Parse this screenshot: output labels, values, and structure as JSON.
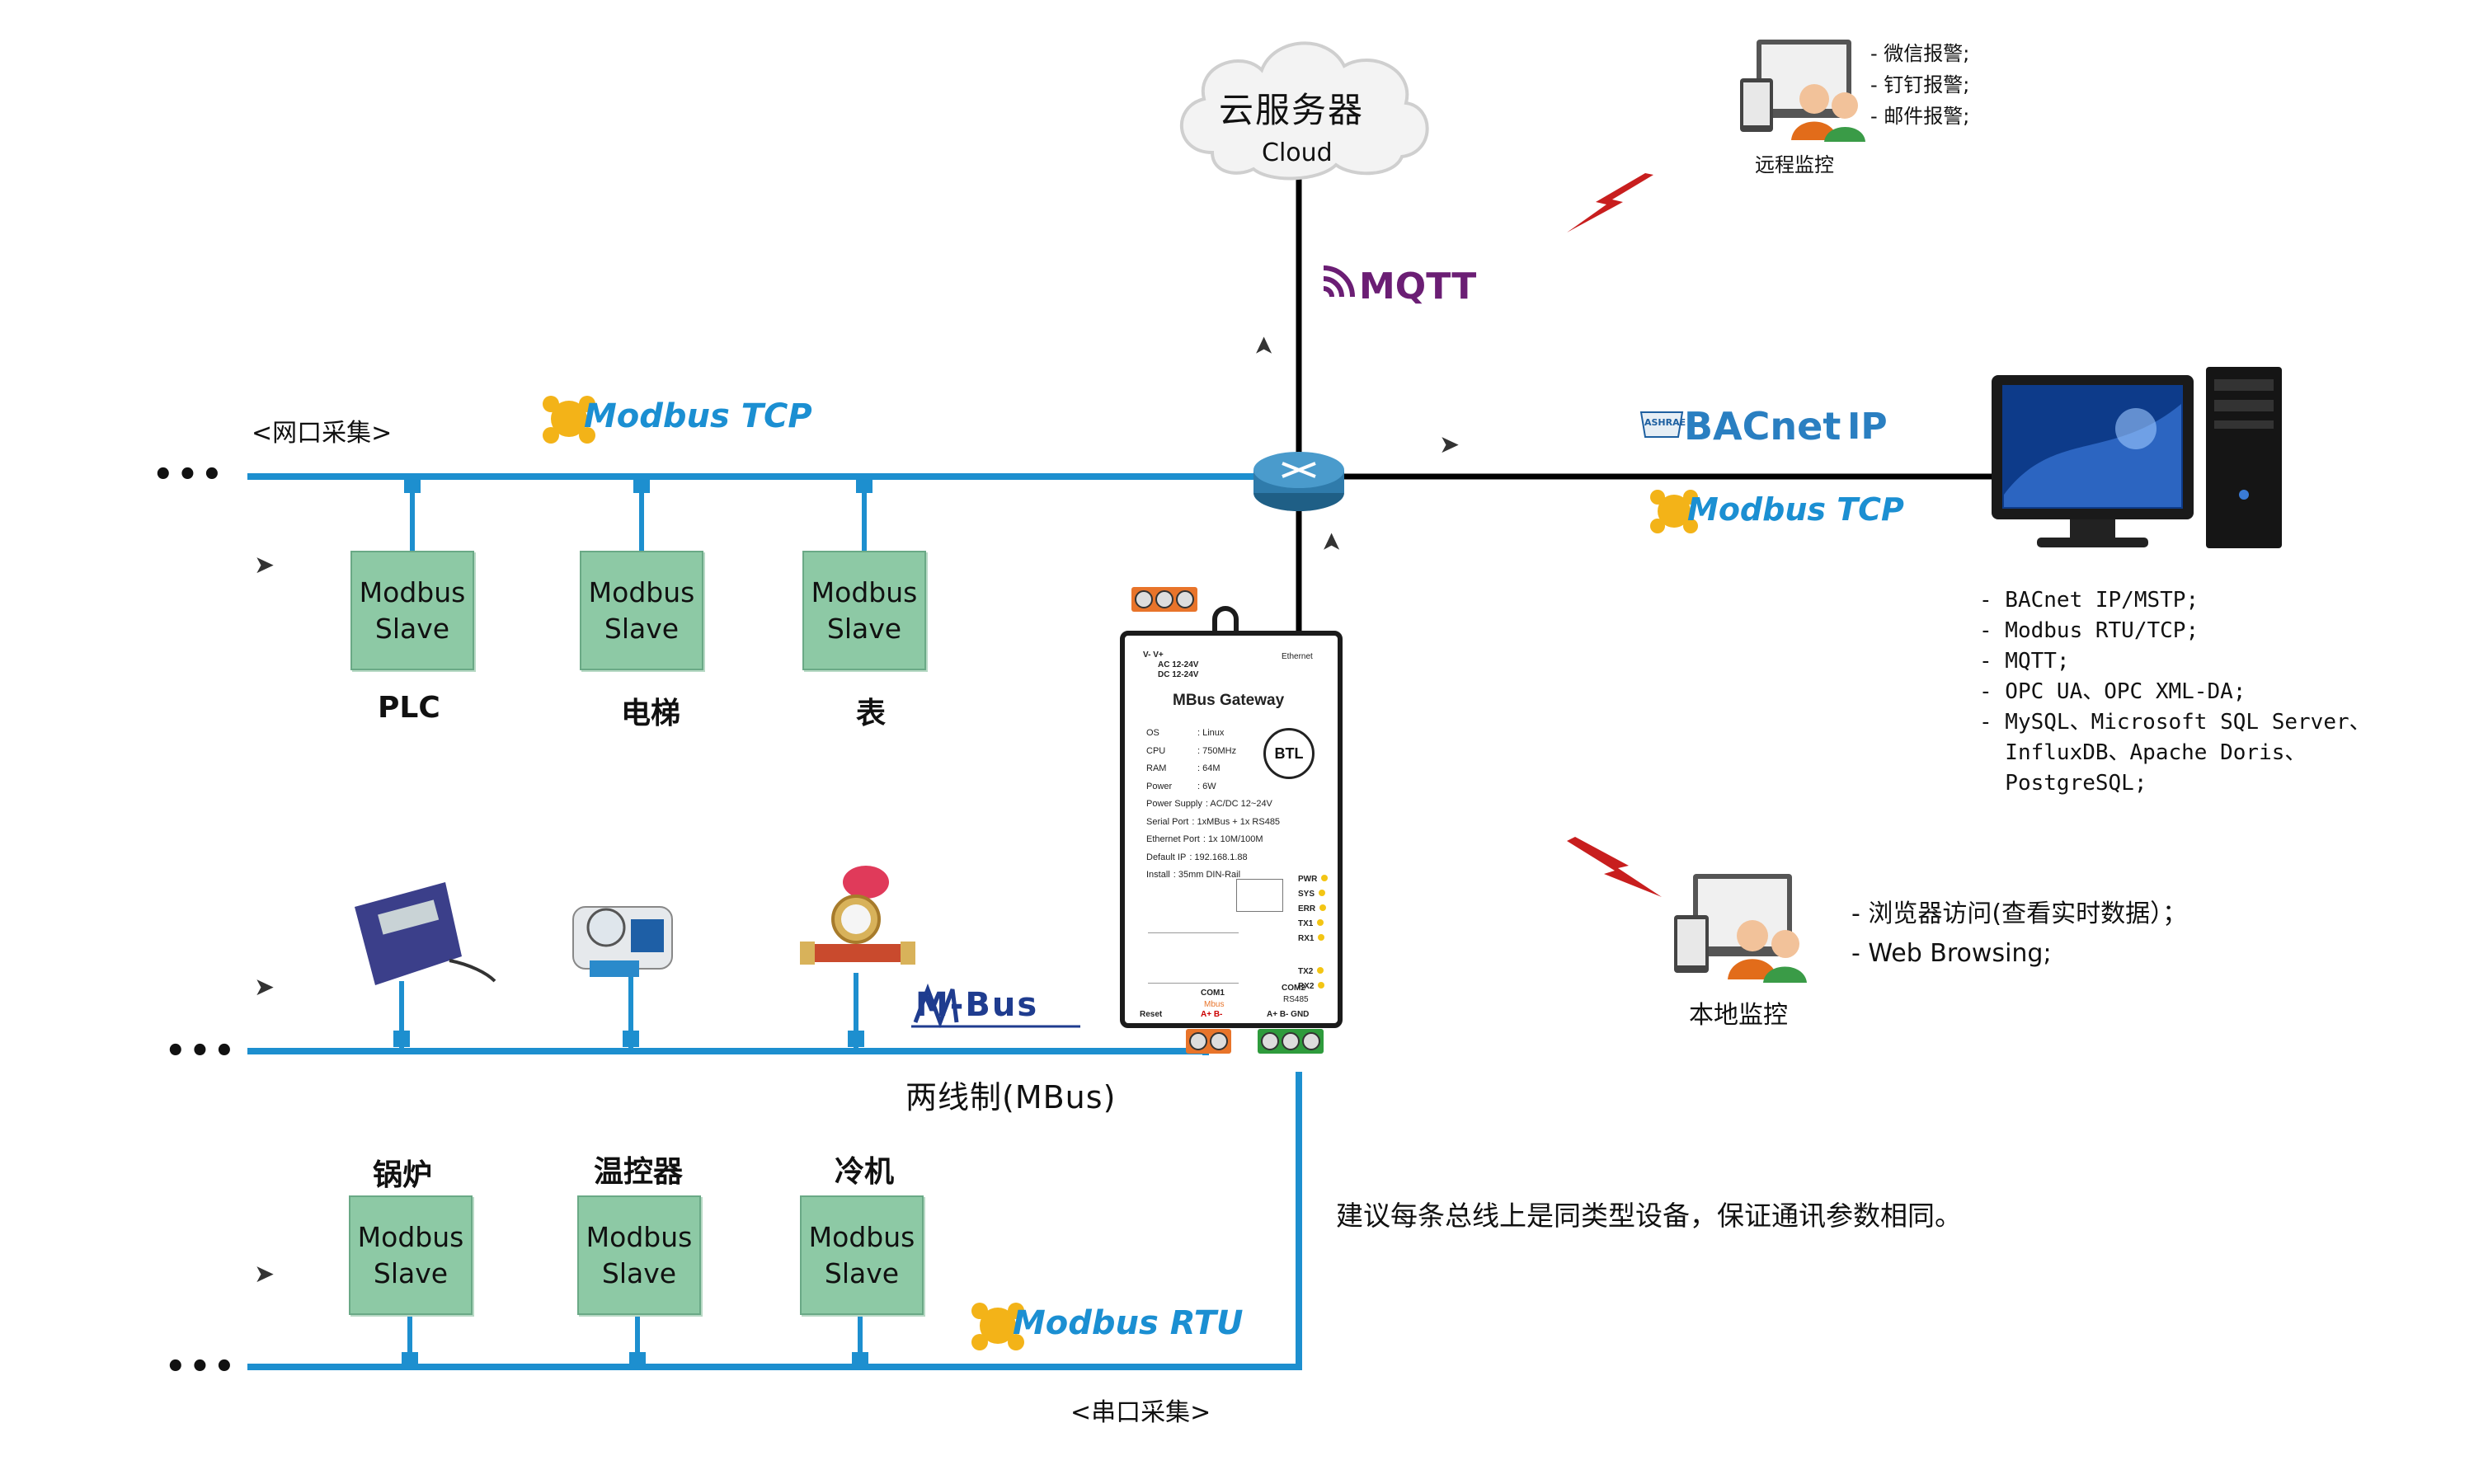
{
  "cloud": {
    "title": "云服务器",
    "subtitle": "Cloud"
  },
  "protocols": {
    "mqtt": "MQTT",
    "bacnet": "BACnet",
    "bacnet_ip": "IP",
    "ashrae": "ASHRAE",
    "modbus_tcp_top": "Modbus TCP",
    "modbus_tcp_right": "Modbus TCP",
    "modbus_rtu": "Modbus RTU",
    "mbus": "M-Bus"
  },
  "labels": {
    "network_collect": "<网口采集>",
    "serial_collect": "<串口采集>",
    "two_wire": "两线制(MBus)",
    "remote_monitor": "远程监控",
    "local_monitor": "本地监控",
    "note": "建议每条总线上是同类型设备，保证通讯参数相同。",
    "ellipsis": "•••"
  },
  "alarms": [
    "- 微信报警;",
    "- 钉钉报警;",
    "- 邮件报警;"
  ],
  "protocol_list": [
    "- BACnet IP/MSTP;",
    "- Modbus RTU/TCP;",
    "- MQTT;",
    "- OPC UA、OPC XML-DA;",
    "- MySQL、Microsoft SQL Server、",
    "  InfluxDB、Apache Doris、",
    "  PostgreSQL;"
  ],
  "local_features": [
    "- 浏览器访问(查看实时数据）；",
    "- Web Browsing;"
  ],
  "tcp_devices": [
    {
      "line1": "Modbus",
      "line2": "Slave",
      "caption": "PLC"
    },
    {
      "line1": "Modbus",
      "line2": "Slave",
      "caption": "电梯"
    },
    {
      "line1": "Modbus",
      "line2": "Slave",
      "caption": "表"
    }
  ],
  "rtu_devices": [
    {
      "line1": "Modbus",
      "line2": "Slave",
      "caption": "锅炉"
    },
    {
      "line1": "Modbus",
      "line2": "Slave",
      "caption": "温控器"
    },
    {
      "line1": "Modbus",
      "line2": "Slave",
      "caption": "冷机"
    }
  ],
  "gateway": {
    "top_left": "V-   V+",
    "top_left_2": "AC 12-24V",
    "top_left_3": "DC 12-24V",
    "top_right": "Ethernet",
    "title": "MBus Gateway",
    "specs": [
      {
        "k": "OS",
        "v": ": Linux"
      },
      {
        "k": "CPU",
        "v": ": 750MHz"
      },
      {
        "k": "RAM",
        "v": ": 64M"
      },
      {
        "k": "Power",
        "v": ": 6W"
      },
      {
        "k": "Power Supply",
        "v": ": AC/DC 12~24V"
      },
      {
        "k": "Serial Port",
        "v": ": 1xMBus + 1x RS485"
      },
      {
        "k": "Ethernet Port",
        "v": ": 1x 10M/100M"
      },
      {
        "k": "Default IP",
        "v": ": 192.168.1.88"
      },
      {
        "k": "Install",
        "v": ": 35mm DIN-Rail"
      }
    ],
    "leds": [
      "PWR",
      "SYS",
      "ERR",
      "TX1",
      "RX1",
      "TX2",
      "RX2"
    ],
    "btl": "BTL",
    "reset": "Reset",
    "com1": "COM1",
    "com1_bus": "Mbus",
    "com1_pins": "A+  B-",
    "com2": "COM2",
    "com2_sub": "RS485",
    "com2_pins": "A+  B-  GND"
  },
  "colors": {
    "bus_blue": "#1d8fcf",
    "slave_green": "#8dc9a5",
    "mqtt_purple": "#6b1e74",
    "lightning_red": "#c81e1e",
    "terminal_orange": "#e8742a",
    "terminal_green": "#2e9b3c"
  }
}
